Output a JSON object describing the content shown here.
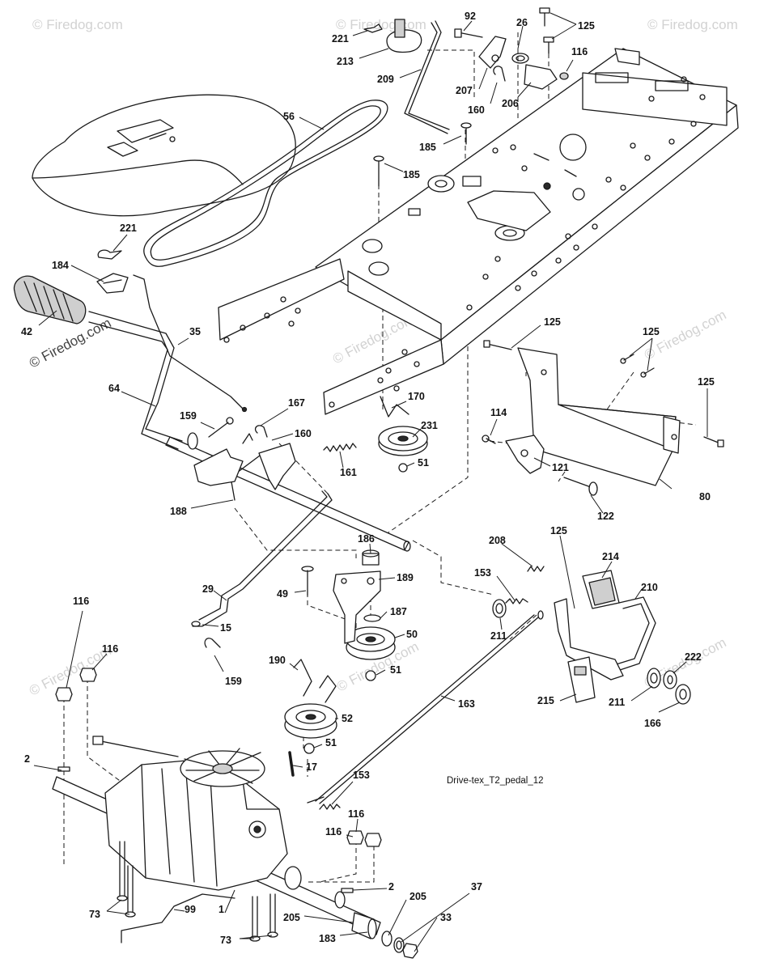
{
  "diagram_caption": "Drive-tex_T2_pedal_12",
  "watermark": "© Firedog.com",
  "watermark_short": "Firedog.com",
  "callouts": [
    {
      "id": "c92",
      "text": "92"
    },
    {
      "id": "c26",
      "text": "26"
    },
    {
      "id": "c125a",
      "text": "125"
    },
    {
      "id": "c221a",
      "text": "221"
    },
    {
      "id": "c213",
      "text": "213"
    },
    {
      "id": "c116a",
      "text": "116"
    },
    {
      "id": "c209",
      "text": "209"
    },
    {
      "id": "c207",
      "text": "207"
    },
    {
      "id": "c206",
      "text": "206"
    },
    {
      "id": "c160a",
      "text": "160"
    },
    {
      "id": "c56",
      "text": "56"
    },
    {
      "id": "c185a",
      "text": "185"
    },
    {
      "id": "c185b",
      "text": "185"
    },
    {
      "id": "c221b",
      "text": "221"
    },
    {
      "id": "c184",
      "text": "184"
    },
    {
      "id": "c42",
      "text": "42"
    },
    {
      "id": "c35",
      "text": "35"
    },
    {
      "id": "c64",
      "text": "64"
    },
    {
      "id": "c125b",
      "text": "125"
    },
    {
      "id": "c125c",
      "text": "125"
    },
    {
      "id": "c125d",
      "text": "125"
    },
    {
      "id": "c167",
      "text": "167"
    },
    {
      "id": "c170",
      "text": "170"
    },
    {
      "id": "c159a",
      "text": "159"
    },
    {
      "id": "c160b",
      "text": "160"
    },
    {
      "id": "c231",
      "text": "231"
    },
    {
      "id": "c114",
      "text": "114"
    },
    {
      "id": "c161",
      "text": "161"
    },
    {
      "id": "c51a",
      "text": "51"
    },
    {
      "id": "c121",
      "text": "121"
    },
    {
      "id": "c80",
      "text": "80"
    },
    {
      "id": "c188",
      "text": "188"
    },
    {
      "id": "c122",
      "text": "122"
    },
    {
      "id": "c186",
      "text": "186"
    },
    {
      "id": "c125e",
      "text": "125"
    },
    {
      "id": "c208",
      "text": "208"
    },
    {
      "id": "c214",
      "text": "214"
    },
    {
      "id": "c189",
      "text": "189"
    },
    {
      "id": "c153a",
      "text": "153"
    },
    {
      "id": "c29",
      "text": "29"
    },
    {
      "id": "c49",
      "text": "49"
    },
    {
      "id": "c210",
      "text": "210"
    },
    {
      "id": "c187",
      "text": "187"
    },
    {
      "id": "c116b",
      "text": "116"
    },
    {
      "id": "c15",
      "text": "15"
    },
    {
      "id": "c50",
      "text": "50"
    },
    {
      "id": "c211a",
      "text": "211"
    },
    {
      "id": "c116c",
      "text": "116"
    },
    {
      "id": "c190",
      "text": "190"
    },
    {
      "id": "c51b",
      "text": "51"
    },
    {
      "id": "c159b",
      "text": "159"
    },
    {
      "id": "c222",
      "text": "222"
    },
    {
      "id": "c163",
      "text": "163"
    },
    {
      "id": "c215",
      "text": "215"
    },
    {
      "id": "c211b",
      "text": "211"
    },
    {
      "id": "c166",
      "text": "166"
    },
    {
      "id": "c52",
      "text": "52"
    },
    {
      "id": "c51c",
      "text": "51"
    },
    {
      "id": "c2a",
      "text": "2"
    },
    {
      "id": "c17",
      "text": "17"
    },
    {
      "id": "c153b",
      "text": "153"
    },
    {
      "id": "c116d",
      "text": "116"
    },
    {
      "id": "c116e",
      "text": "116"
    },
    {
      "id": "c2b",
      "text": "2"
    },
    {
      "id": "c37",
      "text": "37"
    },
    {
      "id": "c205a",
      "text": "205"
    },
    {
      "id": "c1",
      "text": "1"
    },
    {
      "id": "c99",
      "text": "99"
    },
    {
      "id": "c73a",
      "text": "73"
    },
    {
      "id": "c205b",
      "text": "205"
    },
    {
      "id": "c33",
      "text": "33"
    },
    {
      "id": "c73b",
      "text": "73"
    },
    {
      "id": "c183",
      "text": "183"
    }
  ]
}
